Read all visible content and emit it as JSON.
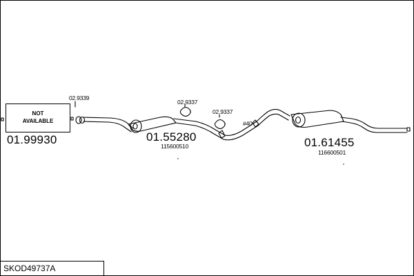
{
  "diagram": {
    "title": "SKOD49737A",
    "not_available": {
      "line1": "NOT",
      "line2": "AVAILABLE"
    },
    "parts": [
      {
        "number": "01.99930"
      },
      {
        "number": "01.55280",
        "ref": "115600510"
      },
      {
        "number": "01.61455",
        "ref": "116600501"
      }
    ],
    "fittings": [
      {
        "number": "02.9339"
      },
      {
        "number": "02.9337"
      },
      {
        "number": "02.9337"
      }
    ],
    "pipe_label": "#40"
  }
}
